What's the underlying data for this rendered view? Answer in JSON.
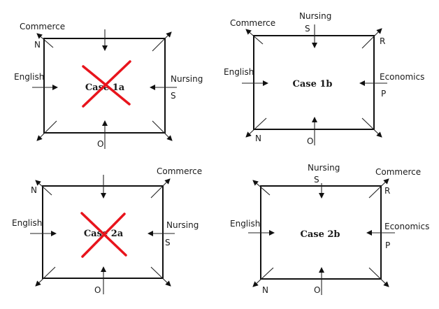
{
  "panels": {
    "case1a": {
      "title": "Case 1a",
      "crossed": true,
      "labels": {
        "commerce": "Commerce",
        "n": "N",
        "english": "English",
        "nursing": "Nursing",
        "s": "S",
        "o": "O"
      }
    },
    "case1b": {
      "title": "Case 1b",
      "crossed": false,
      "labels": {
        "nursing": "Nursing",
        "s": "S",
        "commerce": "Commerce",
        "r": "R",
        "english": "English",
        "economics": "Economics",
        "p": "P",
        "n": "N",
        "o": "O"
      }
    },
    "case2a": {
      "title": "Case 2a",
      "crossed": true,
      "labels": {
        "commerce": "Commerce",
        "n": "N",
        "english": "English",
        "nursing": "Nursing",
        "s": "S",
        "o": "O"
      }
    },
    "case2b": {
      "title": "Case 2b",
      "crossed": false,
      "labels": {
        "nursing": "Nursing",
        "s": "S",
        "commerce": "Commerce",
        "r": "R",
        "english": "English",
        "economics": "Economics",
        "p": "P",
        "n": "N",
        "o": "O"
      }
    }
  },
  "colors": {
    "cross": "#e8141c",
    "line": "#111111"
  }
}
